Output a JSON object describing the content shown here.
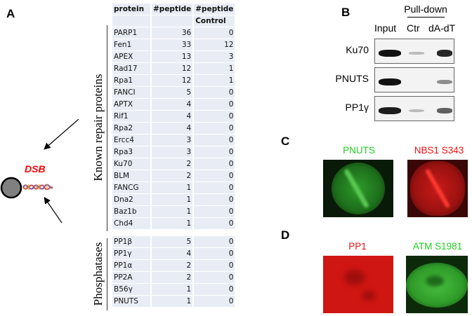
{
  "panels": {
    "A": "A",
    "B": "B",
    "C": "C",
    "D": "D"
  },
  "panel_a": {
    "headers": [
      "protein",
      "#peptide",
      "#peptide",
      "Control"
    ],
    "group_labels": {
      "known": "Known repair proteins",
      "phosphatases": "Phosphatases"
    },
    "known_repair": [
      {
        "protein": "PARP1",
        "peptide": "36",
        "control": "0"
      },
      {
        "protein": "Fen1",
        "peptide": "33",
        "control": "12"
      },
      {
        "protein": "APEX",
        "peptide": "13",
        "control": "3"
      },
      {
        "protein": "Rad17",
        "peptide": "12",
        "control": "1"
      },
      {
        "protein": "Rpa1",
        "peptide": "12",
        "control": "1"
      },
      {
        "protein": "FANCI",
        "peptide": "5",
        "control": "0"
      },
      {
        "protein": "APTX",
        "peptide": "4",
        "control": "0"
      },
      {
        "protein": "Rif1",
        "peptide": "4",
        "control": "0"
      },
      {
        "protein": "Rpa2",
        "peptide": "4",
        "control": "0"
      },
      {
        "protein": "Ercc4",
        "peptide": "3",
        "control": "0"
      },
      {
        "protein": "Rpa3",
        "peptide": "3",
        "control": "0"
      },
      {
        "protein": "Ku70",
        "peptide": "2",
        "control": "0"
      },
      {
        "protein": "BLM",
        "peptide": "2",
        "control": "0"
      },
      {
        "protein": "FANCG",
        "peptide": "1",
        "control": "0"
      },
      {
        "protein": "Dna2",
        "peptide": "1",
        "control": "0"
      },
      {
        "protein": "Baz1b",
        "peptide": "1",
        "control": "0"
      },
      {
        "protein": "Chd4",
        "peptide": "1",
        "control": "0"
      }
    ],
    "phosphatases": [
      {
        "protein": "PP1β",
        "peptide": "5",
        "control": "0"
      },
      {
        "protein": "PP1γ",
        "peptide": "4",
        "control": "0"
      },
      {
        "protein": "PP1α",
        "peptide": "2",
        "control": "0"
      },
      {
        "protein": "PP2A",
        "peptide": "2",
        "control": "0"
      },
      {
        "protein": "B56γ",
        "peptide": "1",
        "control": "0"
      },
      {
        "protein": "PNUTS",
        "peptide": "1",
        "control": "0"
      }
    ],
    "dsb_label": "DSB",
    "dsb_color": "#ff0000"
  },
  "panel_b": {
    "pulldown": "Pull-down",
    "lanes": [
      "Input",
      "Ctr",
      "dA-dT"
    ],
    "blots": [
      {
        "label": "Ku70",
        "intensity": [
          1.0,
          0.02,
          0.9
        ]
      },
      {
        "label": "PNUTS",
        "intensity": [
          1.0,
          0.0,
          0.45
        ]
      },
      {
        "label": "PP1γ",
        "intensity": [
          0.95,
          0.2,
          0.65
        ]
      }
    ]
  },
  "panel_c": {
    "labels": [
      "PNUTS",
      "NBS1 S343"
    ],
    "colors": [
      "#22cc22",
      "#ee1111"
    ]
  },
  "panel_d": {
    "labels": [
      "PP1",
      "ATM S1981"
    ],
    "colors": [
      "#ee1111",
      "#22cc22"
    ]
  }
}
